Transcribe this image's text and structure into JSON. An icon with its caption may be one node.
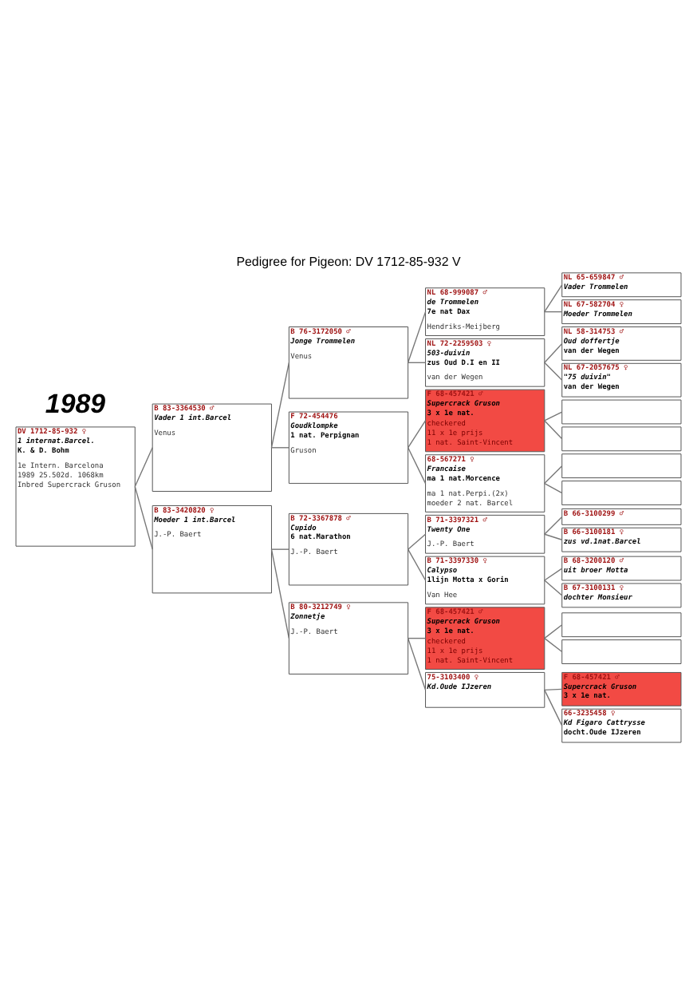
{
  "diagram": {
    "title": "Pedigree for Pigeon: DV 1712-85-932 V",
    "nodes": [
      {
        "text": [
          "DV 1712-85-932 ♀",
          "1 internat.Barcel.",
          "K. & D. Bohm",
          "1e Intern. Barcelona",
          "1989 25.502d. 1068km",
          "Inbred Supercrack Gruson"
        ]
      },
      {
        "text": [
          "B 83-3364530 ♂",
          "Vader 1 int.Barcel",
          "Venus"
        ]
      },
      {
        "text": [
          "B 83-3420820 ♀",
          "Moeder 1 int.Barcel",
          "J.-P. Baert"
        ]
      },
      {
        "text": [
          "B 76-3172050 ♂",
          "Jonge Trommelen",
          "Venus"
        ]
      },
      {
        "text": [
          "F 72-454476",
          "Goudklompke",
          "1 nat. Perpignan",
          "Gruson"
        ]
      },
      {
        "text": [
          "B 72-3367878 ♂",
          "Cupido",
          "6 nat.Marathon",
          "J.-P. Baert"
        ]
      },
      {
        "text": [
          "B 80-3212749 ♀",
          "Zonnetje",
          "J.-P. Baert"
        ]
      },
      {
        "text": [
          "NL 68-999087 ♂",
          "de Trommelen",
          "7e nat Dax",
          "Hendriks-Meijberg"
        ]
      },
      {
        "text": [
          "NL 72-2259503 ♀",
          "503-duivin",
          "zus Oud D.I en II",
          "van der Wegen"
        ]
      },
      {
        "text": [
          "F 68-457421 ♂",
          "Supercrack Gruson",
          "3 x 1e nat.",
          "checkered",
          "11 x 1e prijs",
          "1 nat. Saint-Vincent"
        ]
      },
      {
        "text": [
          "68-567271 ♀",
          "Francaise",
          "ma 1 nat.Morcence",
          "ma 1 nat.Perpi.(2x)",
          "moeder 2 nat. Barcel"
        ]
      },
      {
        "text": [
          "B 71-3397321 ♂",
          "Twenty One",
          "J.-P. Baert"
        ]
      },
      {
        "text": [
          "B 71-3397330 ♀",
          "Calypso",
          "1lijn Motta x Gorin",
          "Van Hee"
        ]
      },
      {
        "text": [
          "F 68-457421 ♂",
          "Supercrack Gruson",
          "3 x 1e nat.",
          "checkered",
          "11 x 1e prijs",
          "1 nat. Saint-Vincent"
        ]
      },
      {
        "text": [
          "75-3103400 ♀",
          "Kd.Oude IJzeren"
        ]
      },
      {
        "text": [
          "NL 65-659847 ♂",
          "Vader Trommelen"
        ]
      },
      {
        "text": [
          "NL 67-582704 ♀",
          "Moeder Trommelen"
        ]
      },
      {
        "text": [
          "NL 58-314753 ♂",
          "Oud doffertje",
          "van der Wegen"
        ]
      },
      {
        "text": [
          "NL 67-2057675 ♀",
          "\"75 duivin\"",
          "van der Wegen"
        ]
      },
      {
        "text": [],
        "shape": "box"
      },
      {
        "text": [],
        "shape": "box"
      },
      {
        "text": [],
        "shape": "box"
      },
      {
        "text": [],
        "shape": "box"
      },
      {
        "text": [
          "B 66-3100299 ♂"
        ]
      },
      {
        "text": [
          "B 66-3100181 ♀",
          "zus vd.1nat.Barcel"
        ]
      },
      {
        "text": [
          "B 68-3200120 ♂",
          "uit broer Motta"
        ]
      },
      {
        "text": [
          "B 67-3100131 ♀",
          "dochter Monsieur"
        ]
      },
      {
        "text": [],
        "shape": "box"
      },
      {
        "text": [],
        "shape": "box"
      },
      {
        "text": [
          "F 68-457421 ♂",
          "Supercrack Gruson",
          "3 x 1e nat."
        ]
      },
      {
        "text": [
          "66-3235458 ♀",
          "Kd Figaro Cattrysse",
          "docht.Oude IJzeren"
        ]
      }
    ],
    "edges": [
      {
        "from": 0,
        "to": 1,
        "arrow": "none"
      },
      {
        "from": 0,
        "to": 2,
        "arrow": "none"
      },
      {
        "from": 1,
        "to": 3,
        "arrow": "none"
      },
      {
        "from": 1,
        "to": 4,
        "arrow": "none"
      },
      {
        "from": 2,
        "to": 5,
        "arrow": "none"
      },
      {
        "from": 2,
        "to": 6,
        "arrow": "none"
      },
      {
        "from": 3,
        "to": 7,
        "arrow": "none"
      },
      {
        "from": 3,
        "to": 8,
        "arrow": "none"
      },
      {
        "from": 4,
        "to": 9,
        "arrow": "none"
      },
      {
        "from": 4,
        "to": 10,
        "arrow": "none"
      },
      {
        "from": 5,
        "to": 11,
        "arrow": "none"
      },
      {
        "from": 5,
        "to": 12,
        "arrow": "none"
      },
      {
        "from": 6,
        "to": 13,
        "arrow": "none"
      },
      {
        "from": 6,
        "to": 14,
        "arrow": "none"
      },
      {
        "from": 7,
        "to": 15,
        "arrow": "none"
      },
      {
        "from": 7,
        "to": 16,
        "arrow": "none"
      },
      {
        "from": 8,
        "to": 17,
        "arrow": "none"
      },
      {
        "from": 8,
        "to": 18,
        "arrow": "none"
      },
      {
        "from": 9,
        "to": 19,
        "arrow": "none"
      },
      {
        "from": 9,
        "to": 20,
        "arrow": "none"
      },
      {
        "from": 10,
        "to": 21,
        "arrow": "none"
      },
      {
        "from": 10,
        "to": 22,
        "arrow": "none"
      },
      {
        "from": 11,
        "to": 23,
        "arrow": "none"
      },
      {
        "from": 11,
        "to": 24,
        "arrow": "none"
      },
      {
        "from": 12,
        "to": 25,
        "arrow": "none"
      },
      {
        "from": 12,
        "to": 26,
        "arrow": "none"
      },
      {
        "from": 13,
        "to": 27,
        "arrow": "none"
      },
      {
        "from": 13,
        "to": 28,
        "arrow": "none"
      },
      {
        "from": 14,
        "to": 29,
        "arrow": "none"
      },
      {
        "from": 14,
        "to": 30,
        "arrow": "none"
      }
    ],
    "labels": [
      "1989"
    ]
  }
}
